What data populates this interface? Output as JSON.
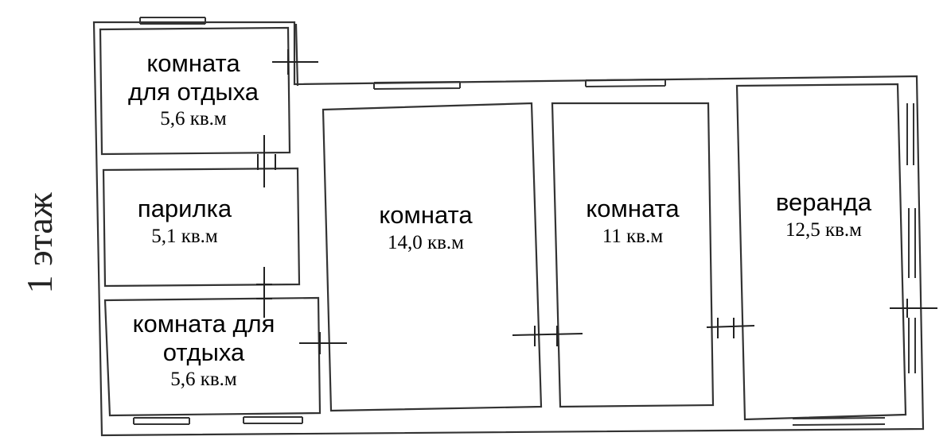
{
  "floor_label": "1 этаж",
  "rooms": [
    {
      "id": "rest-room-top",
      "name_lines": [
        "комната",
        "для отдыха"
      ],
      "area": "5,6 кв.м"
    },
    {
      "id": "steam-room",
      "name_lines": [
        "парилка"
      ],
      "area": "5,1 кв.м"
    },
    {
      "id": "rest-room-bottom",
      "name_lines": [
        "комната для",
        "отдыха"
      ],
      "area": "5,6 кв.м"
    },
    {
      "id": "room-large",
      "name_lines": [
        "комната"
      ],
      "area": "14,0 кв.м"
    },
    {
      "id": "room-medium",
      "name_lines": [
        "комната"
      ],
      "area": "11 кв.м"
    },
    {
      "id": "veranda",
      "name_lines": [
        "веранда"
      ],
      "area": "12,5 кв.м"
    }
  ]
}
